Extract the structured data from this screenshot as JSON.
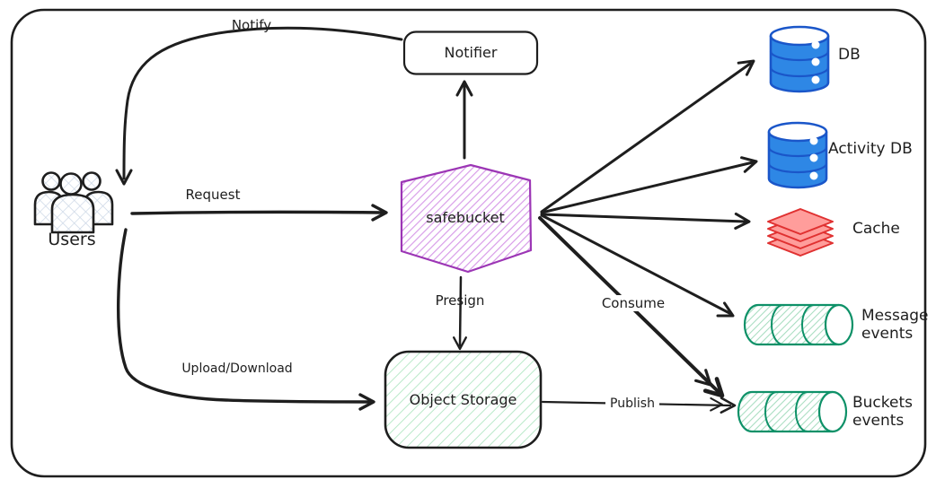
{
  "diagram": {
    "nodes": {
      "users": {
        "label": "Users",
        "shape": "people-group-icon"
      },
      "notifier": {
        "label": "Notifier",
        "shape": "rounded-rectangle"
      },
      "safebucket": {
        "label": "safebucket",
        "shape": "hexagon"
      },
      "object_storage": {
        "label": "Object Storage",
        "shape": "rounded-rectangle"
      },
      "db": {
        "label": "DB",
        "shape": "database-cylinder-icon"
      },
      "activity_db": {
        "label": "Activity DB",
        "shape": "database-cylinder-icon"
      },
      "cache": {
        "label": "Cache",
        "shape": "stacked-layers-icon"
      },
      "message_events": {
        "label": "Message events",
        "shape": "horizontal-cylinder-icon"
      },
      "buckets_events": {
        "label": "Buckets events",
        "shape": "horizontal-cylinder-icon"
      }
    },
    "edges": {
      "notify": {
        "label": "Notify",
        "from": "notifier",
        "to": "users"
      },
      "request": {
        "label": "Request",
        "from": "users",
        "to": "safebucket"
      },
      "upload_download": {
        "label": "Upload/Download",
        "from": "users",
        "to": "object_storage"
      },
      "to_notifier": {
        "label": "",
        "from": "safebucket",
        "to": "notifier"
      },
      "presign": {
        "label": "Presign",
        "from": "safebucket",
        "to": "object_storage"
      },
      "to_db": {
        "label": "",
        "from": "safebucket",
        "to": "db"
      },
      "to_activity_db": {
        "label": "",
        "from": "safebucket",
        "to": "activity_db"
      },
      "to_cache": {
        "label": "",
        "from": "safebucket",
        "to": "cache"
      },
      "to_message": {
        "label": "",
        "from": "safebucket",
        "to": "message_events"
      },
      "consume": {
        "label": "Consume",
        "from": "safebucket",
        "to": "buckets_events"
      },
      "publish": {
        "label": "Publish",
        "from": "object_storage",
        "to": "buckets_events"
      }
    },
    "colors": {
      "ink": "#1e1e1e",
      "purple_stroke": "#9c36b5",
      "purple_hatch": "#d79ae8",
      "blue_stroke": "#1a56c9",
      "blue_fill": "#2e87e5",
      "red_stroke": "#e03131",
      "red_fill": "#ff9d9b",
      "green_stroke": "#0e9168",
      "green_hatch": "#a7ddc0",
      "green_hatch_light": "#b9e9c9",
      "users_hatch": "#ccd7e6"
    }
  }
}
